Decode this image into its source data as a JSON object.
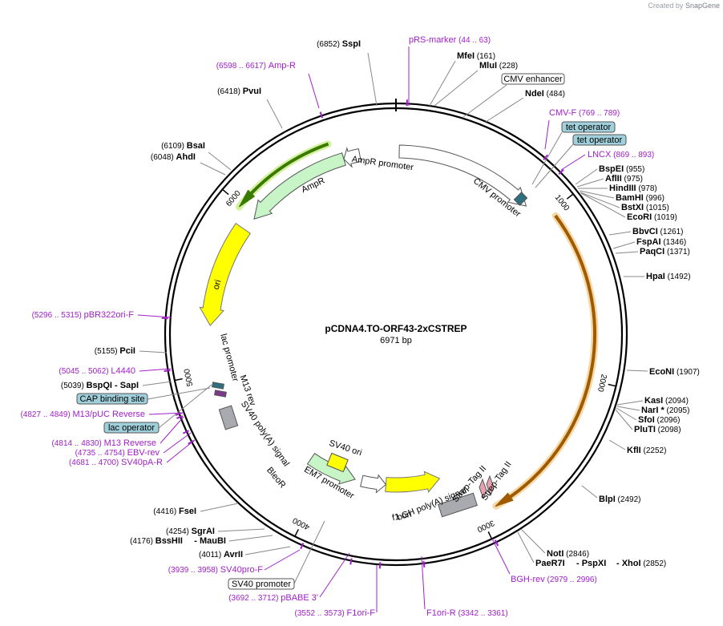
{
  "watermark": {
    "prefix": "Created by",
    "brand": "SnapGene"
  },
  "plasmid": {
    "name": "pCDNA4.TO-ORF43-2xCSTREP",
    "length_label": "6971 bp",
    "length": 6971
  },
  "ticks": [
    "1000",
    "2000",
    "3000",
    "4000",
    "5000",
    "6000"
  ],
  "colors": {
    "backbone": "#000000",
    "primer": "#a020c8",
    "ori": "#ffff00",
    "ampr": "#c8f5c8",
    "orf_highlight": "#f5d9a8",
    "orf_arrow": "#a05a00",
    "ampr_highlight": "#d4f0a0",
    "ampr_arrow": "#3a7a00",
    "grey_feature": "#a9aab0",
    "strep": "#e8a0b0",
    "tet_box": "#9fd0dc",
    "cap_box": "#9fd0dc",
    "lac_box": "#9fd0dc"
  },
  "enzymes": [
    {
      "name": "SspI",
      "pos": "(6852)"
    },
    {
      "name": "MfeI",
      "pos": "(161)"
    },
    {
      "name": "MluI",
      "pos": "(228)"
    },
    {
      "name": "NdeI",
      "pos": "(484)"
    },
    {
      "name": "PvuI",
      "pos": "(6418)"
    },
    {
      "name": "BsaI",
      "pos": "(6109)"
    },
    {
      "name": "AhdI",
      "pos": "(6048)"
    },
    {
      "name": "BspEI",
      "pos": "(955)"
    },
    {
      "name": "AflII",
      "pos": "(975)"
    },
    {
      "name": "HindIII",
      "pos": "(978)"
    },
    {
      "name": "BamHI",
      "pos": "(996)"
    },
    {
      "name": "BstXI",
      "pos": "(1015)"
    },
    {
      "name": "EcoRI",
      "pos": "(1019)"
    },
    {
      "name": "BbvCI",
      "pos": "(1261)"
    },
    {
      "name": "FspAI",
      "pos": "(1346)"
    },
    {
      "name": "PaqCI",
      "pos": "(1371)"
    },
    {
      "name": "HpaI",
      "pos": "(1492)"
    },
    {
      "name": "EcoNI",
      "pos": "(1907)"
    },
    {
      "name": "KasI",
      "pos": "(2094)"
    },
    {
      "name": "NarI *",
      "pos": "(2095)"
    },
    {
      "name": "SfoI",
      "pos": "(2096)"
    },
    {
      "name": "PluTI",
      "pos": "(2098)"
    },
    {
      "name": "KflI",
      "pos": "(2252)"
    },
    {
      "name": "BlpI",
      "pos": "(2492)"
    },
    {
      "name": "NotI",
      "pos": "(2846)"
    },
    {
      "name": "PaeR7I",
      "pos": ""
    },
    {
      "name": "- PspXI",
      "pos": ""
    },
    {
      "name": "- XhoI",
      "pos": "(2852)"
    },
    {
      "name": "PciI",
      "pos": "(5155)"
    },
    {
      "name": "BspQI",
      "pos": "(5039)"
    },
    {
      "name": "- SapI",
      "pos": ""
    },
    {
      "name": "FseI",
      "pos": "(4416)"
    },
    {
      "name": "SgrAI",
      "pos": "(4254)"
    },
    {
      "name": "BssHII",
      "pos": "(4176)"
    },
    {
      "name": "- MauBI",
      "pos": ""
    },
    {
      "name": "AvrII",
      "pos": "(4011)"
    }
  ],
  "primers": [
    {
      "name": "pRS-marker",
      "range": "(44 .. 63)"
    },
    {
      "name": "Amp-R",
      "range": "(6598 .. 6617)"
    },
    {
      "name": "CMV-F",
      "range": "(769 .. 789)"
    },
    {
      "name": "LNCX",
      "range": "(869 .. 893)"
    },
    {
      "name": "pBR322ori-F",
      "range": "(5296 .. 5315)"
    },
    {
      "name": "L4440",
      "range": "(5045 .. 5062)"
    },
    {
      "name": "M13/pUC Reverse",
      "range": "(4827 .. 4849)"
    },
    {
      "name": "M13 Reverse",
      "range": "(4814 .. 4830)"
    },
    {
      "name": "EBV-rev",
      "range": "(4735 .. 4754)"
    },
    {
      "name": "SV40pA-R",
      "range": "(4681 .. 4700)"
    },
    {
      "name": "SV40pro-F",
      "range": "(3939 .. 3958)"
    },
    {
      "name": "pBABE 3'",
      "range": "(3692 .. 3712)"
    },
    {
      "name": "F1ori-F",
      "range": "(3552 .. 3573)"
    },
    {
      "name": "F1ori-R",
      "range": "(3342 .. 3361)"
    },
    {
      "name": "BGH-rev",
      "range": "(2979 .. 2996)"
    }
  ],
  "boxed_labels": [
    "CMV enhancer",
    "tet operator",
    "tet operator",
    "CAP binding site",
    "lac operator",
    "SV40 promoter"
  ],
  "features": [
    "AmpR promoter",
    "AmpR",
    "CMV promoter",
    "ori",
    "lac promoter",
    "M13 rev",
    "SV40 poly(A) signal",
    "BleoR",
    "EM7 promoter",
    "SV40 ori",
    "f1 ori",
    "bGH poly(A) signal",
    "Strep-Tag II",
    "Strep-Tag II"
  ]
}
